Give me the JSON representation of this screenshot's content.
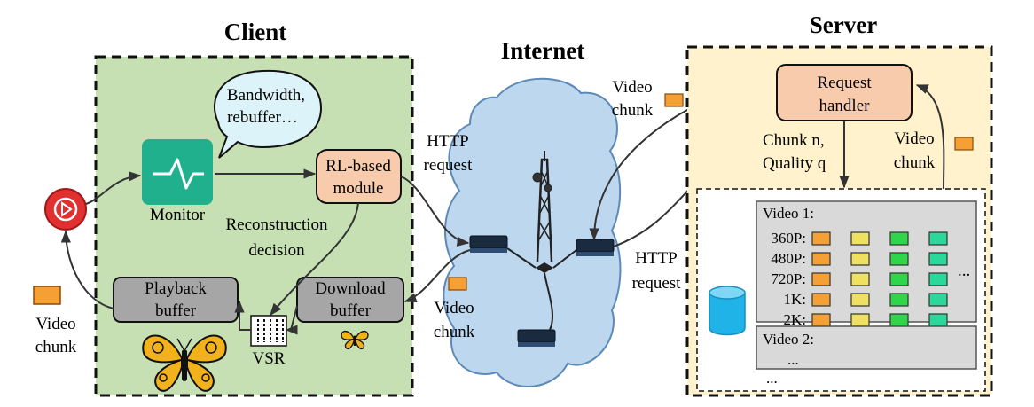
{
  "client": {
    "title": "Client",
    "monitor_label": "Monitor",
    "bubble_line1": "Bandwidth,",
    "bubble_line2": "rebuffer…",
    "rl_line1": "RL-based",
    "rl_line2": "module",
    "reconstruction_line1": "Reconstruction",
    "reconstruction_line2": "decision",
    "playback_line1": "Playback",
    "playback_line2": "buffer",
    "download_line1": "Download",
    "download_line2": "buffer",
    "vsr_label": "VSR",
    "video_chunk_line1": "Video",
    "video_chunk_line2": "chunk"
  },
  "internet": {
    "title": "Internet",
    "http_request_left_line1": "HTTP",
    "http_request_left_line2": "request",
    "http_request_right_line1": "HTTP",
    "http_request_right_line2": "request",
    "video_chunk_top_line1": "Video",
    "video_chunk_top_line2": "chunk",
    "video_chunk_bottom_line1": "Video",
    "video_chunk_bottom_line2": "chunk"
  },
  "server": {
    "title": "Server",
    "request_handler_line1": "Request",
    "request_handler_line2": "handler",
    "chunk_n": "Chunk n,",
    "quality_q": "Quality q",
    "video_chunk_line1": "Video",
    "video_chunk_line2": "chunk",
    "video1_label": "Video 1:",
    "video2_label": "Video 2:",
    "qualities": [
      "360P:",
      "480P:",
      "720P:",
      "1K:",
      "2K:"
    ],
    "ellipsis_right": "...",
    "ellipsis_v2": "...",
    "ellipsis_bottom": "..."
  },
  "colors": {
    "client_bg": "#c6e0b4",
    "server_bg": "#fff2cc",
    "cloud": "#bdd7ee",
    "rl_box": "#f8cbad",
    "buffer_box": "#a6a6a6",
    "monitor": "#21b08e",
    "play_button": "#e03030",
    "chunk_orange": "#f4a035",
    "q_yellow": "#f0e060",
    "q_green": "#2fd64a",
    "q_teal": "#29d89a",
    "butterfly": "#f2b21c"
  }
}
